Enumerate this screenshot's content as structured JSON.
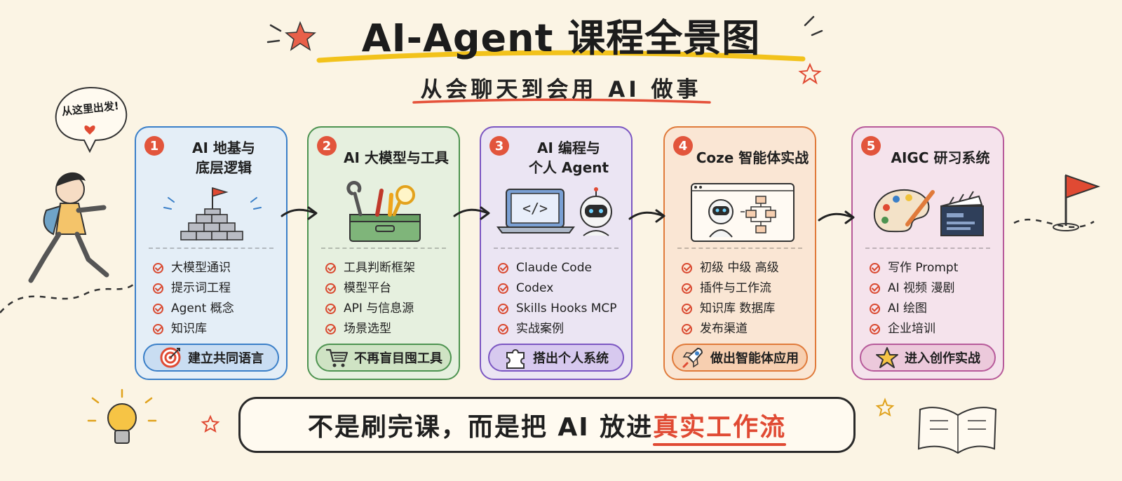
{
  "header": {
    "title": "AI-Agent 课程全景图",
    "subtitle": "从会聊天到会用 AI 做事"
  },
  "speech_bubble": "从这里出发!",
  "colors": {
    "title_underline": "#f2c21b",
    "subtitle_underline": "#e5513a",
    "accent_red": "#e04a33"
  },
  "cards": [
    {
      "number": "1",
      "title_line1": "AI 地基与",
      "title_line2": "底层逻辑",
      "illustration": "pyramid-flag-icon",
      "items": [
        "大模型通识",
        "提示词工程",
        "Agent 概念",
        "知识库"
      ],
      "footer_icon": "target-icon",
      "footer": "建立共同语言",
      "bg": "#e4eef7",
      "border": "#3a7fc8",
      "footer_bg": "#c9ddf2"
    },
    {
      "number": "2",
      "title_line1": "AI 大模型与工具",
      "title_line2": "",
      "illustration": "toolbox-icon",
      "items": [
        "工具判断框架",
        "模型平台",
        "API 与信息源",
        "场景选型"
      ],
      "footer_icon": "cart-icon",
      "footer": "不再盲目囤工具",
      "bg": "#e6f0df",
      "border": "#4d9350",
      "footer_bg": "#cfe3c4"
    },
    {
      "number": "3",
      "title_line1": "AI 编程与",
      "title_line2": "个人 Agent",
      "illustration": "laptop-robot-icon",
      "items": [
        "Claude Code",
        "Codex",
        "Skills Hooks MCP",
        "实战案例"
      ],
      "footer_icon": "puzzle-icon",
      "footer": "搭出个人系统",
      "bg": "#ebe5f3",
      "border": "#7b56c2",
      "footer_bg": "#d7c9ef"
    },
    {
      "number": "4",
      "title_line1": "Coze 智能体实战",
      "title_line2": "",
      "illustration": "robot-flowchart-icon",
      "items": [
        "初级 中级 高级",
        "插件与工作流",
        "知识库 数据库",
        "发布渠道"
      ],
      "footer_icon": "rocket-icon",
      "footer": "做出智能体应用",
      "bg": "#fae6d4",
      "border": "#e07a3a",
      "footer_bg": "#f7cfb0"
    },
    {
      "number": "5",
      "title_line1": "AIGC 研习系统",
      "title_line2": "",
      "illustration": "palette-clapper-icon",
      "items": [
        "写作 Prompt",
        "AI 视频 漫剧",
        "AI 绘图",
        "企业培训"
      ],
      "footer_icon": "star-icon",
      "footer": "进入创作实战",
      "bg": "#f5e3ec",
      "border": "#b75a9a",
      "footer_bg": "#ecc9db"
    }
  ],
  "bottom_banner": {
    "text_plain": "不是刷完课，而是把 AI 放进",
    "text_highlight": "真实工作流"
  }
}
